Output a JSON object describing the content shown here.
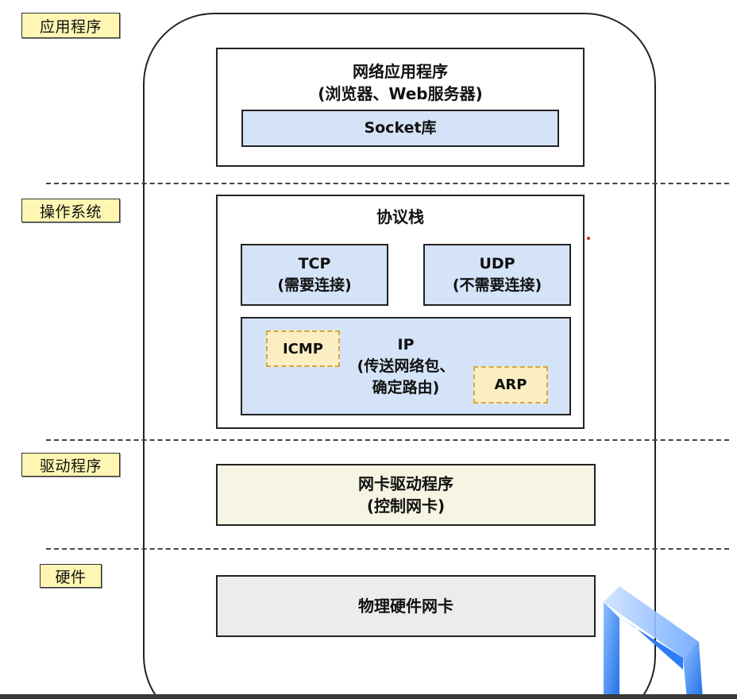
{
  "layers": {
    "application": "应用程序",
    "os": "操作系统",
    "driver": "驱动程序",
    "hardware": "硬件"
  },
  "app_box": {
    "line1": "网络应用程序",
    "line2": "(浏览器、Web服务器)",
    "socket": "Socket库"
  },
  "stack_box": {
    "title": "协议栈",
    "tcp_line1": "TCP",
    "tcp_line2": "(需要连接)",
    "udp_line1": "UDP",
    "udp_line2": "(不需要连接)",
    "icmp": "ICMP",
    "ip_line1": "IP",
    "ip_line2": "(传送网络包、",
    "ip_line3": "确定路由)",
    "arp": "ARP"
  },
  "driver_box": {
    "line1": "网卡驱动程序",
    "line2": "(控制网卡)"
  },
  "hardware_box": {
    "label": "物理硬件网卡"
  },
  "colors": {
    "layer_tag": "#fff6b3",
    "blue_box": "#d4e3f7",
    "cream_box": "#f6f4e2",
    "gray_box": "#ececec",
    "dashed_highlight": "#fbeec2",
    "logo_blue": "#2e7cf6"
  }
}
